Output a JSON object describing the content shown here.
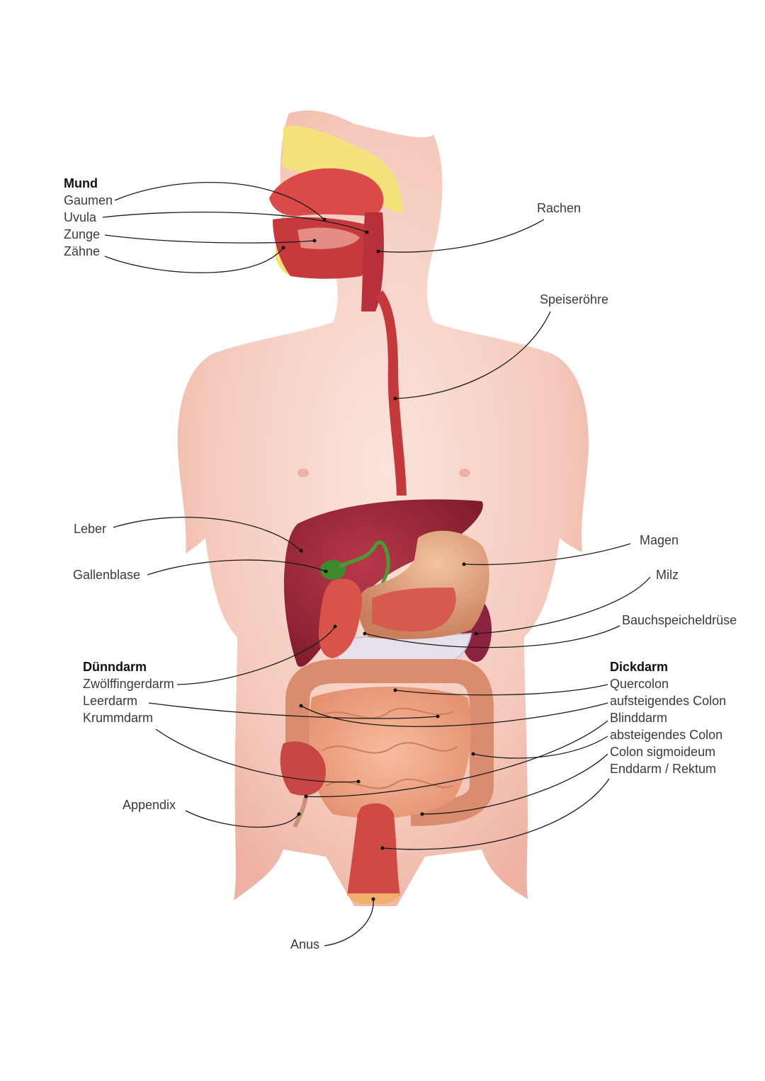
{
  "groups": {
    "mund": "Mund",
    "duenndarm": "Dünndarm",
    "dickdarm": "Dickdarm"
  },
  "labels": {
    "gaumen": "Gaumen",
    "uvula": "Uvula",
    "zunge": "Zunge",
    "zaehne": "Zähne",
    "rachen": "Rachen",
    "speiseroehre": "Speiseröhre",
    "leber": "Leber",
    "gallenblase": "Gallenblase",
    "magen": "Magen",
    "milz": "Milz",
    "bauchspeicheldruese": "Bauchspeicheldrüse",
    "zwoelffingerdarm": "Zwölffingerdarm",
    "leerdarm": "Leerdarm",
    "krummdarm": "Krummdarm",
    "quercolon": "Quercolon",
    "aufsteigendes_colon": "aufsteigendes Colon",
    "blinddarm": "Blinddarm",
    "absteigendes_colon": "absteigendes Colon",
    "colon_sigmoideum": "Colon sigmoideum",
    "enddarm_rektum": "Enddarm / Rektum",
    "appendix": "Appendix",
    "anus": "Anus"
  },
  "colors": {
    "skin": "#f6cfc3",
    "skin_shadow": "#e9a594",
    "muscle_red": "#c73b3b",
    "liver": "#a3283a",
    "stomach": "#e0a27a",
    "intestine": "#f2a98a",
    "colon": "#d98c6e",
    "gallbladder": "#3f8a2c",
    "bone_yellow": "#f4e27a",
    "pancreas": "#e6e0ea",
    "spleen": "#8a2240",
    "leader_line": "#1a1a1a"
  }
}
